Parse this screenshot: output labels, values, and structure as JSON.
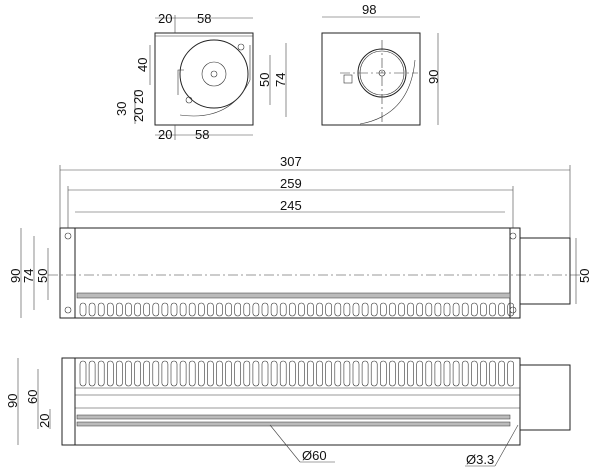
{
  "front_view": {
    "dims": {
      "top_a": "20",
      "top_b": "58",
      "left_40": "40",
      "left_30": "30",
      "left_20a": "20",
      "left_20b": "20",
      "right_50": "50",
      "right_74": "74",
      "bottom_a": "20",
      "bottom_b": "58"
    }
  },
  "rear_view": {
    "dims": {
      "width": "98",
      "height": "90"
    }
  },
  "top_view": {
    "dims": {
      "overall": "307",
      "mount": "259",
      "outlet": "245",
      "h90": "90",
      "h74": "74",
      "h50": "50",
      "motor": "50"
    }
  },
  "bottom_view": {
    "dims": {
      "h90": "90",
      "h60": "60",
      "h20": "20",
      "impeller_dia": "Ø60",
      "hole_dia": "Ø3.3"
    }
  }
}
